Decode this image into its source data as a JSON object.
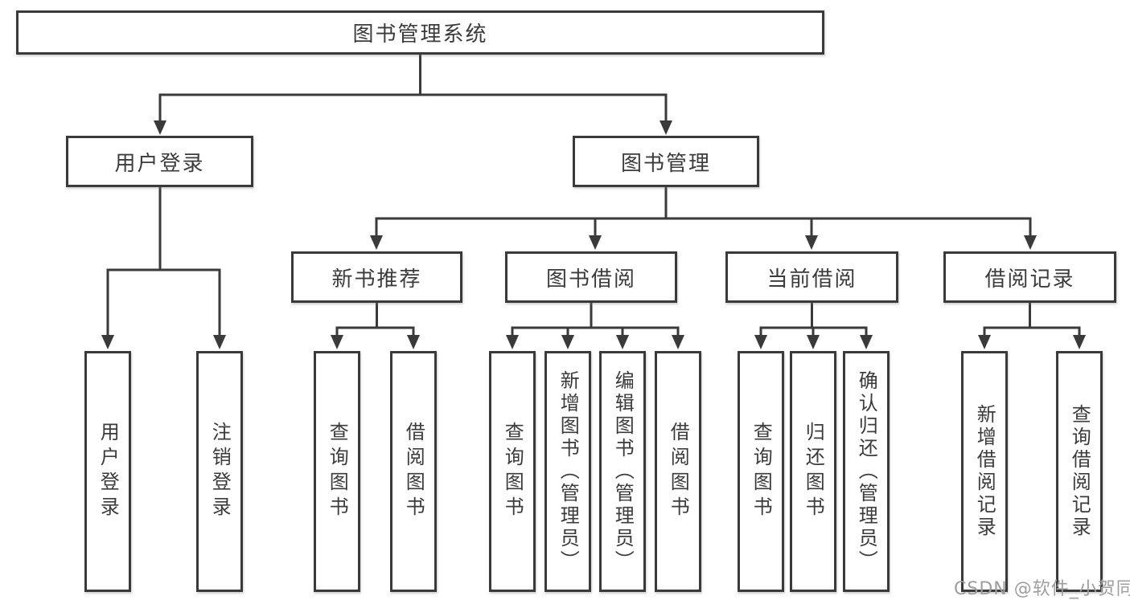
{
  "nodes": {
    "root": "图书管理系统",
    "user_login": "用户登录",
    "book_management": "图书管理",
    "new_book_recommend": "新书推荐",
    "book_borrow": "图书借阅",
    "current_borrow": "当前借阅",
    "borrow_records": "借阅记录"
  },
  "leaves": {
    "user_login": [
      "用户登录",
      "注销登录"
    ],
    "new_book_recommend": [
      "查询图书",
      "借阅图书"
    ],
    "book_borrow": [
      "查询图书",
      "新增图书（管理员）",
      "编辑图书（管理员）",
      "借阅图书"
    ],
    "current_borrow": [
      "查询图书",
      "归还图书",
      "确认归还（管理员）"
    ],
    "borrow_records": [
      "新增借阅记录",
      "查询借阅记录"
    ]
  },
  "watermark": "CSDN @软件_小贺同学",
  "colors": {
    "line": "#3a3a3a",
    "text": "#3b3b3b",
    "watermark": "#9e9e9e",
    "background": "#ffffff"
  }
}
